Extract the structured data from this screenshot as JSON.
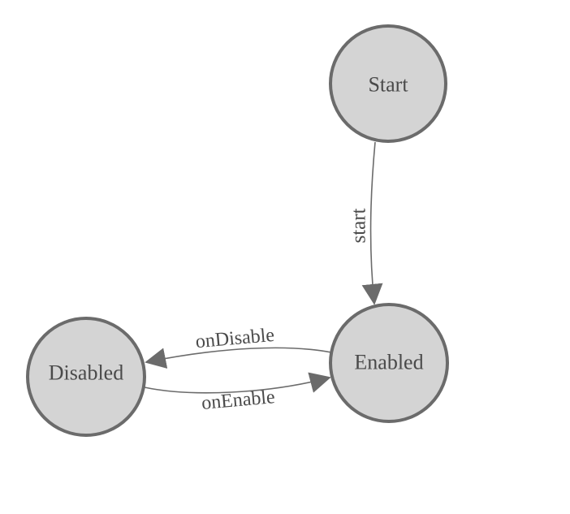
{
  "diagram": {
    "type": "state-machine",
    "states": [
      {
        "id": "start",
        "label": "Start"
      },
      {
        "id": "enabled",
        "label": "Enabled"
      },
      {
        "id": "disabled",
        "label": "Disabled"
      }
    ],
    "transitions": [
      {
        "from": "Start",
        "to": "Enabled",
        "label": "start"
      },
      {
        "from": "Enabled",
        "to": "Disabled",
        "label": "onDisable"
      },
      {
        "from": "Disabled",
        "to": "Enabled",
        "label": "onEnable"
      }
    ]
  },
  "colors": {
    "background": "#ffffff",
    "node_fill": "#d4d4d4",
    "node_stroke": "#6b6b6b",
    "edge_stroke": "#6b6b6b",
    "label_text": "#4a4a4a"
  }
}
